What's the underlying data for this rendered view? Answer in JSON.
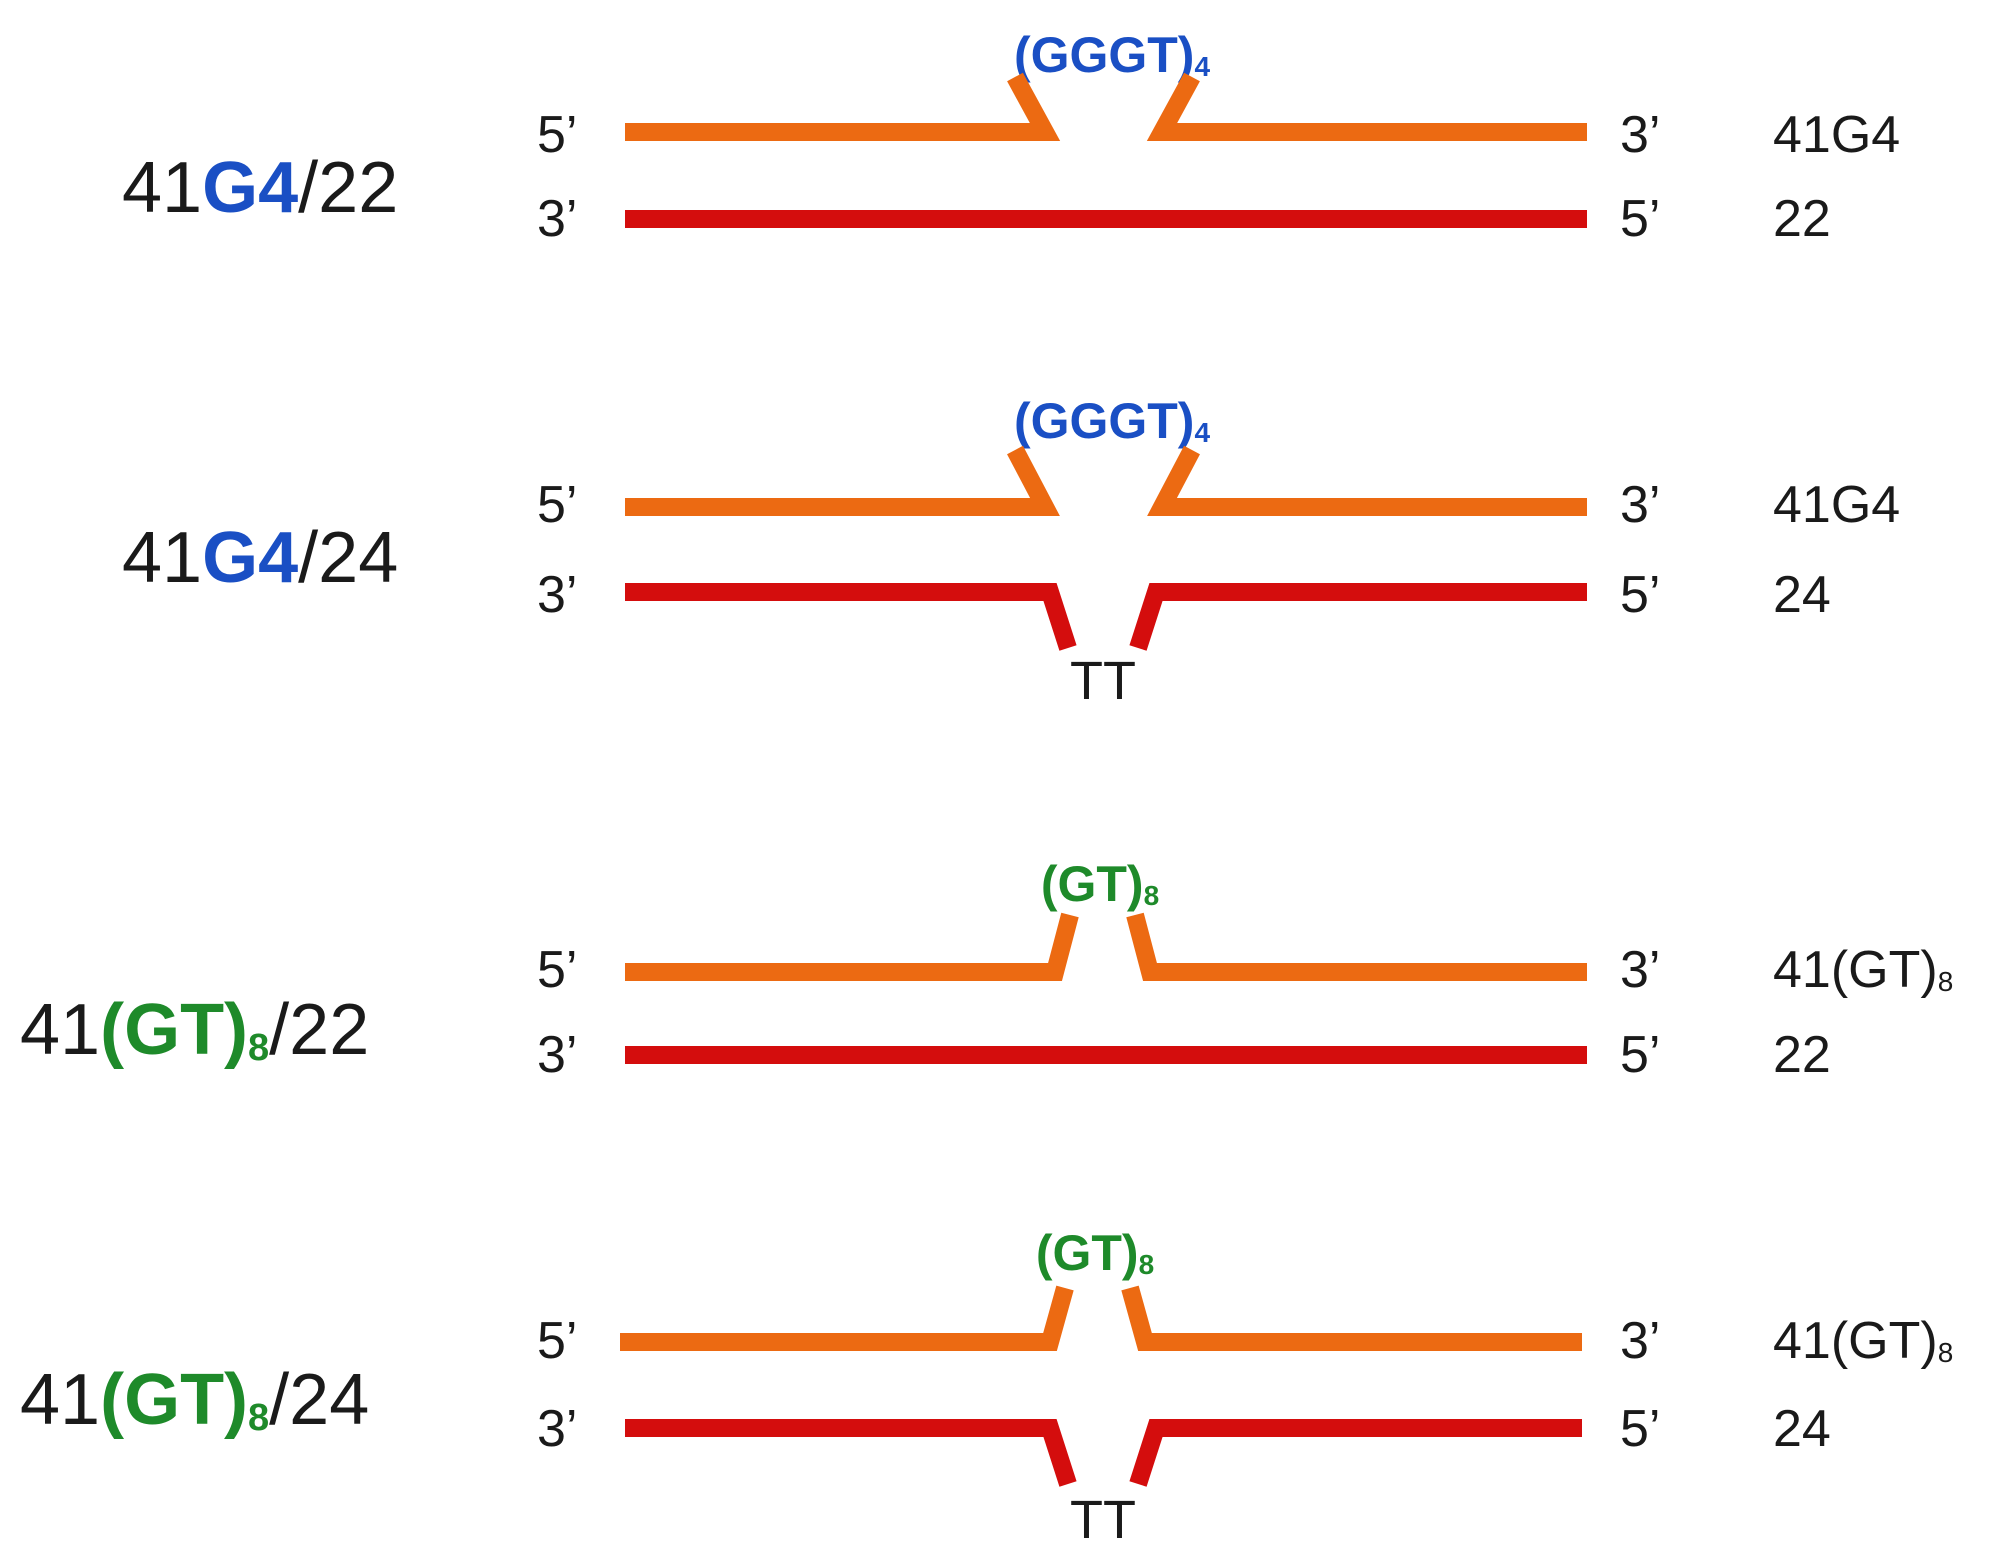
{
  "colors": {
    "top_strand": "#ec6a12",
    "bottom_strand": "#d40d0d",
    "g4": "#1a4fc4",
    "gt": "#1e8a2a",
    "text": "#1a1a1a"
  },
  "constructs": [
    {
      "name_prefix": "41",
      "name_insert": "G4",
      "name_insert_sub": "",
      "name_suffix": "/22",
      "insert_label_main": "(GGGT)",
      "insert_label_sub": "4",
      "insert_color": "blue",
      "top_left_end": "5’",
      "top_right_end": "3’",
      "top_strand_name": "41G4",
      "top_strand_name_sub": "",
      "bottom_left_end": "3’",
      "bottom_right_end": "5’",
      "bottom_strand_name": "22",
      "bottom_loop_label": ""
    },
    {
      "name_prefix": "41",
      "name_insert": "G4",
      "name_insert_sub": "",
      "name_suffix": "/24",
      "insert_label_main": "(GGGT)",
      "insert_label_sub": "4",
      "insert_color": "blue",
      "top_left_end": "5’",
      "top_right_end": "3’",
      "top_strand_name": "41G4",
      "top_strand_name_sub": "",
      "bottom_left_end": "3’",
      "bottom_right_end": "5’",
      "bottom_strand_name": "24",
      "bottom_loop_label": "TT"
    },
    {
      "name_prefix": "41",
      "name_insert": "(GT)",
      "name_insert_sub": "8",
      "name_suffix": "/22",
      "insert_label_main": "(GT)",
      "insert_label_sub": "8",
      "insert_color": "green",
      "top_left_end": "5’",
      "top_right_end": "3’",
      "top_strand_name": "41(GT)",
      "top_strand_name_sub": "8",
      "bottom_left_end": "3’",
      "bottom_right_end": "5’",
      "bottom_strand_name": "22",
      "bottom_loop_label": ""
    },
    {
      "name_prefix": "41",
      "name_insert": "(GT)",
      "name_insert_sub": "8",
      "name_suffix": "/24",
      "insert_label_main": "(GT)",
      "insert_label_sub": "8",
      "insert_color": "green",
      "top_left_end": "5’",
      "top_right_end": "3’",
      "top_strand_name": "41(GT)",
      "top_strand_name_sub": "8",
      "bottom_left_end": "3’",
      "bottom_right_end": "5’",
      "bottom_strand_name": "24",
      "bottom_loop_label": "TT"
    }
  ]
}
